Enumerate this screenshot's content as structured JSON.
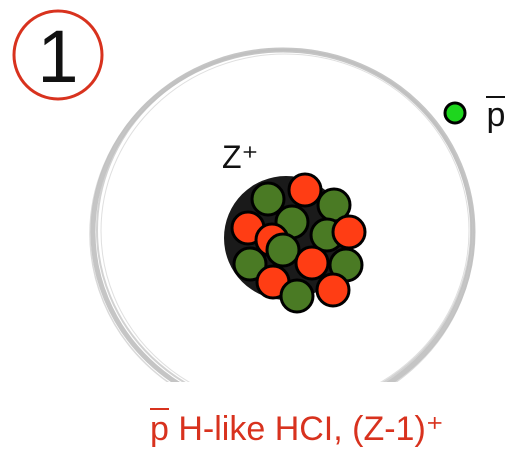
{
  "step_number": "1",
  "nucleus_label": "Z⁺",
  "antiproton_label": "p",
  "caption": "p H-like HCI, (Z-1)⁺",
  "colors": {
    "step_circle": "#d8321e",
    "caption_text": "#d8321e",
    "orbit": "#bfbfbf",
    "proton": "#ff3d14",
    "neutron": "#4a7a24",
    "nucleon_outline": "#000000",
    "antiproton": "#1ed61e",
    "text": "#111111"
  },
  "icons": {
    "nucleus": "nucleus-icon",
    "antiproton": "antiproton-dot-icon"
  }
}
